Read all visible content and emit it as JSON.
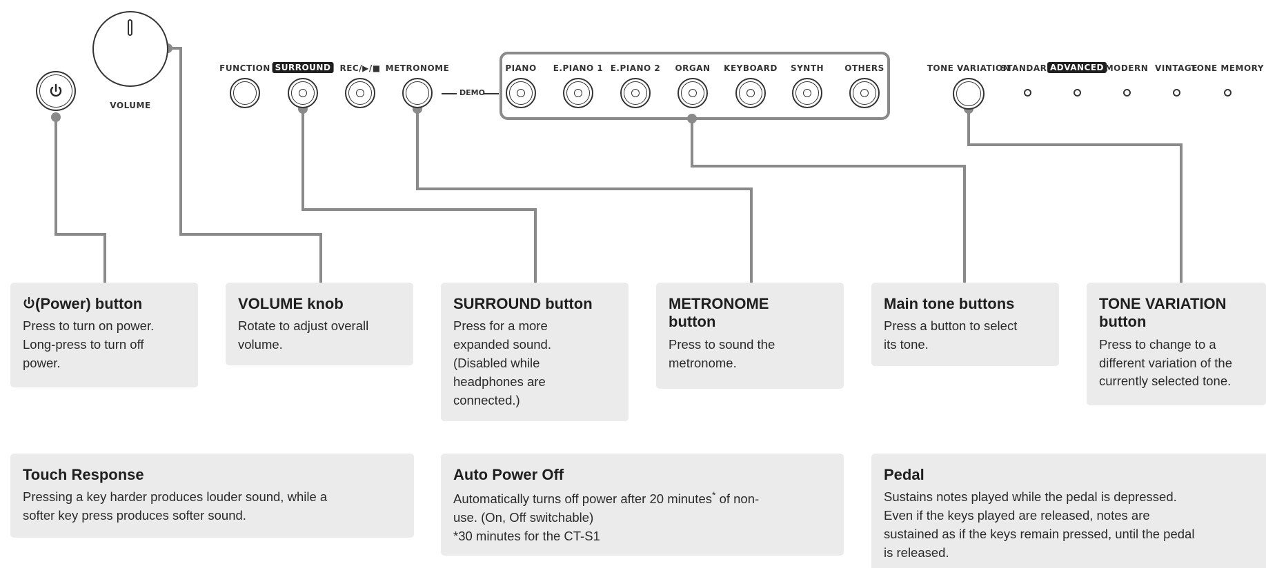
{
  "panel": {
    "volume_label": "VOLUME",
    "demo_label": "DEMO",
    "buttons": [
      {
        "label": "FUNCTION",
        "highlight": false
      },
      {
        "label": "SURROUND",
        "highlight": true
      },
      {
        "label": "REC/▶/■",
        "highlight": false
      },
      {
        "label": "METRONOME",
        "highlight": false
      }
    ],
    "tone_buttons": [
      "PIANO",
      "E.PIANO 1",
      "E.PIANO 2",
      "ORGAN",
      "KEYBOARD",
      "SYNTH",
      "OTHERS"
    ],
    "tone_variation_label": "TONE VARIATION",
    "variation_leds": [
      {
        "label": "STANDARD",
        "highlight": false
      },
      {
        "label": "ADVANCED",
        "highlight": true
      },
      {
        "label": "MODERN",
        "highlight": false
      },
      {
        "label": "VINTAGE",
        "highlight": false
      },
      {
        "label": "TONE MEMORY",
        "highlight": false
      }
    ]
  },
  "callouts": [
    {
      "title": "(Power) button",
      "text": "Press to turn on power.\nLong-press to turn off\npower."
    },
    {
      "title": "VOLUME knob",
      "text": "Rotate to adjust overall\nvolume."
    },
    {
      "title": "SURROUND button",
      "text": "Press for a more\nexpanded sound.\n(Disabled while\nheadphones are\nconnected.)"
    },
    {
      "title": "METRONOME\nbutton",
      "text": "Press to sound the\nmetronome."
    },
    {
      "title": "Main tone buttons",
      "text": "Press a button to select\nits tone."
    },
    {
      "title": "TONE VARIATION\nbutton",
      "text": "Press to change to a\ndifferent variation of the\ncurrently selected tone."
    }
  ],
  "features": [
    {
      "title": "Touch Response",
      "text": "Pressing a key harder produces louder sound, while a\nsofter key press produces softer sound."
    },
    {
      "title": "Auto Power Off",
      "text_before": "Automatically turns off power after 20 minutes",
      "superscript": "*",
      "text_after": " of non-\nuse. (On, Off switchable)",
      "footnote": "*30 minutes for the CT-S1"
    },
    {
      "title": "Pedal",
      "text": "Sustains notes played while the pedal is depressed.\nEven if the keys played are released, notes are\nsustained as if the keys remain pressed, until the pedal\nis released."
    }
  ],
  "colors": {
    "leader_line": "#8a8a8a",
    "card_bg": "#ebebeb",
    "highlight_bg": "#1f1f1f"
  },
  "icons": {
    "power": "power-icon"
  }
}
